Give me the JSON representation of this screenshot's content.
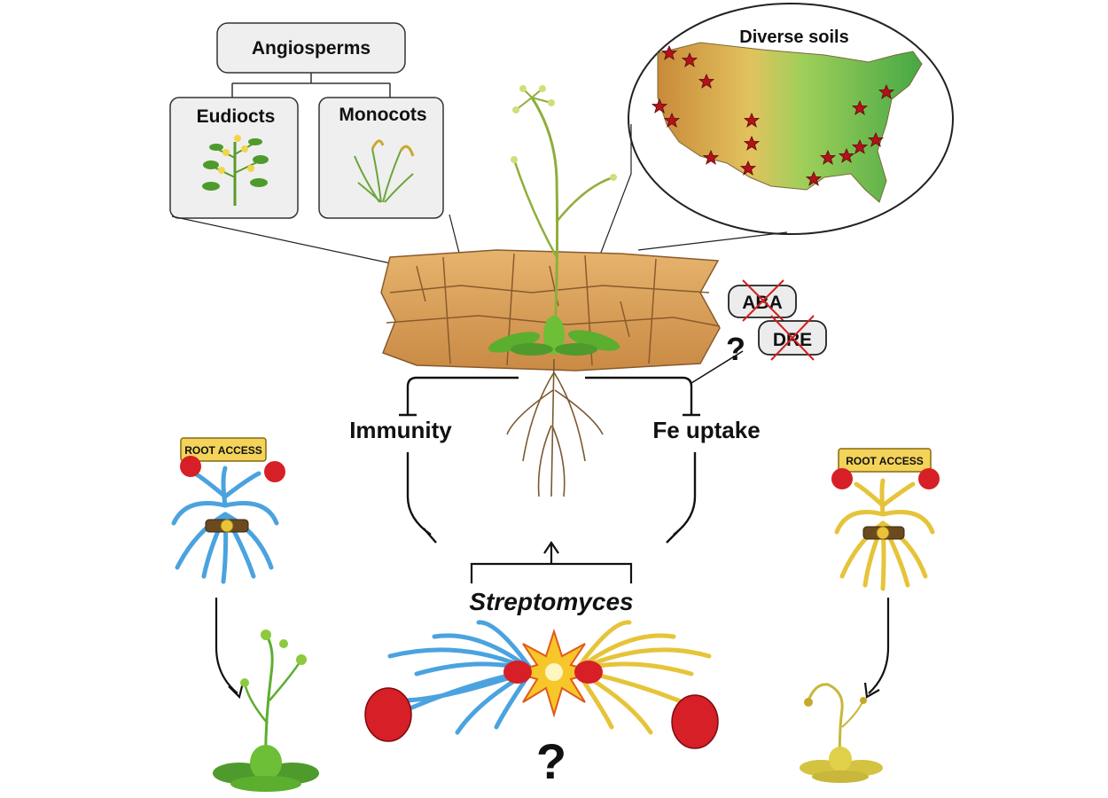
{
  "taxonomy": {
    "root": "Angiosperms",
    "children": [
      "Eudiocts",
      "Monocots"
    ]
  },
  "map": {
    "title": "Diverse soils"
  },
  "hormone_boxes": [
    "ABA",
    "DRE"
  ],
  "question_mark_small": "?",
  "processes": {
    "left": "Immunity",
    "right": "Fe uptake"
  },
  "bacteria_genus": "Streptomyces",
  "question_mark_large": "?",
  "ticket_text": "ROOT ACCESS",
  "colors": {
    "soil": "#d9a35b",
    "soil_crack": "#8a5a2b",
    "blue_strain": "#4aa3df",
    "yellow_strain": "#e6c43a",
    "glove": "#d61f26",
    "star": "#b3121b",
    "healthy_plant": "#5cae2e",
    "sick_plant": "#c8b73a"
  }
}
